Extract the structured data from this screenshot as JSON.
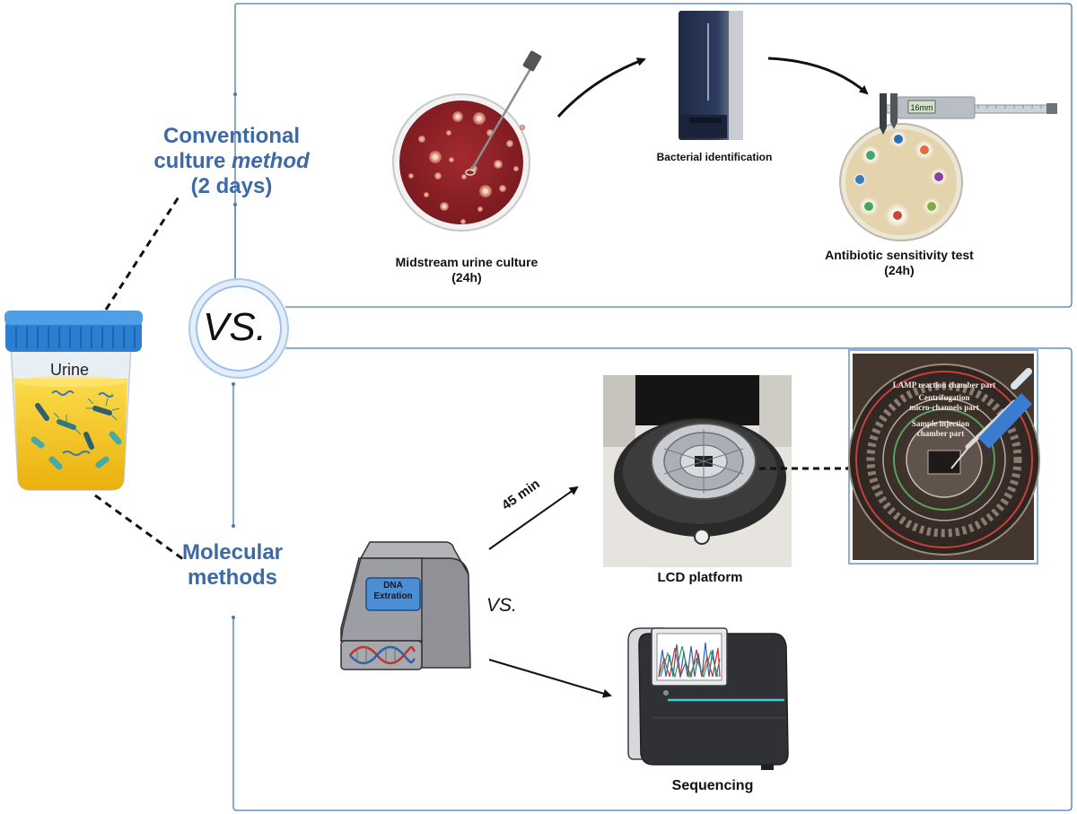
{
  "conventional": {
    "title_line1": "Conventional",
    "title_line2_prefix": "culture ",
    "title_line2_emph": "method",
    "title_line3": "(2 days)",
    "steps": {
      "culture_label": "Midstream urine culture",
      "culture_time": "(24h)",
      "identification_label": "Bacterial identification",
      "sensitivity_label": "Antibiotic sensitivity test",
      "sensitivity_time": "(24h)",
      "caliper_reading": "16mm"
    }
  },
  "center": {
    "vs_label": "VS.",
    "sample_label": "Urine"
  },
  "molecular": {
    "title_line1": "Molecular",
    "title_line2": "methods",
    "extraction_line1": "DNA",
    "extraction_line2": "Extration",
    "arrow_time": "45 min",
    "vs_label": "VS.",
    "lcd_label": "LCD platform",
    "sequencing_label": "Sequencing",
    "chip_parts": [
      "LAMP reaction chamber part",
      "Centrifugation",
      "micro-channels part",
      "Sample injection",
      "chamber part"
    ]
  },
  "colors": {
    "frame": "#4a79b3",
    "accent_blue": "#3d6aa6",
    "agar_red": "#8e2227",
    "urine_yellow": "#f6c11f",
    "lid_blue": "#2c7fd0"
  }
}
